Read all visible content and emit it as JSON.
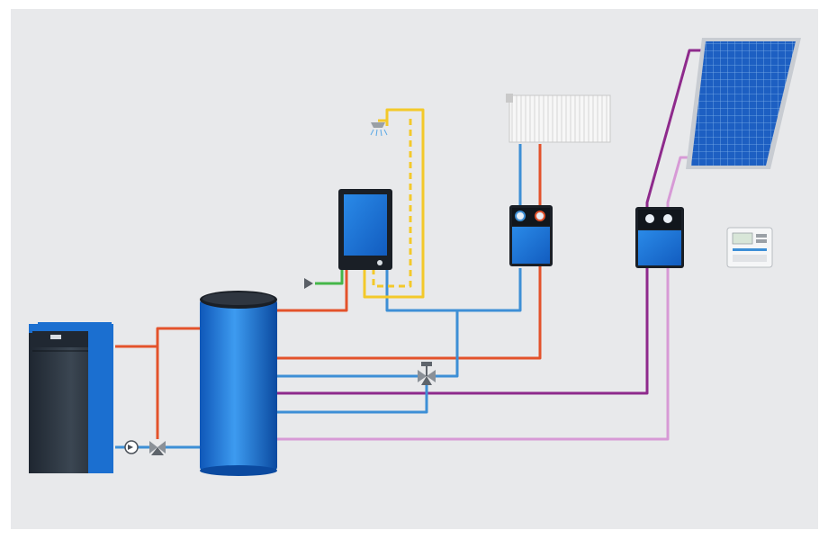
{
  "diagram": {
    "components": [
      {
        "id": "boiler",
        "icon": "solid-fuel-boiler-icon"
      },
      {
        "id": "storage-tank",
        "icon": "buffer-tank-icon"
      },
      {
        "id": "water-heater",
        "icon": "instantaneous-water-heater-icon"
      },
      {
        "id": "shower",
        "icon": "shower-head-icon"
      },
      {
        "id": "radiator",
        "icon": "radiator-icon"
      },
      {
        "id": "heating-pump-station",
        "icon": "pump-station-icon"
      },
      {
        "id": "solar-pump-station",
        "icon": "solar-station-icon"
      },
      {
        "id": "solar-collector",
        "icon": "solar-panel-icon"
      },
      {
        "id": "controller",
        "icon": "controller-icon"
      },
      {
        "id": "circulation-pump",
        "icon": "pump-icon"
      },
      {
        "id": "mixing-valve-1",
        "icon": "three-way-valve-icon"
      },
      {
        "id": "mixing-valve-2",
        "icon": "three-way-valve-icon"
      }
    ],
    "pipe_colors": {
      "hot": "#e3522b",
      "cold": "#3d8fd6",
      "solar": "#8e2a8c",
      "solar_return": "#d79ad6",
      "dhw": "#f3c92a",
      "mains": "#45b649"
    },
    "accent_colors": {
      "background": "#e8e9eb",
      "equipment_blue": "#1b6fd0",
      "boiler_dark": "#2b3440"
    }
  }
}
